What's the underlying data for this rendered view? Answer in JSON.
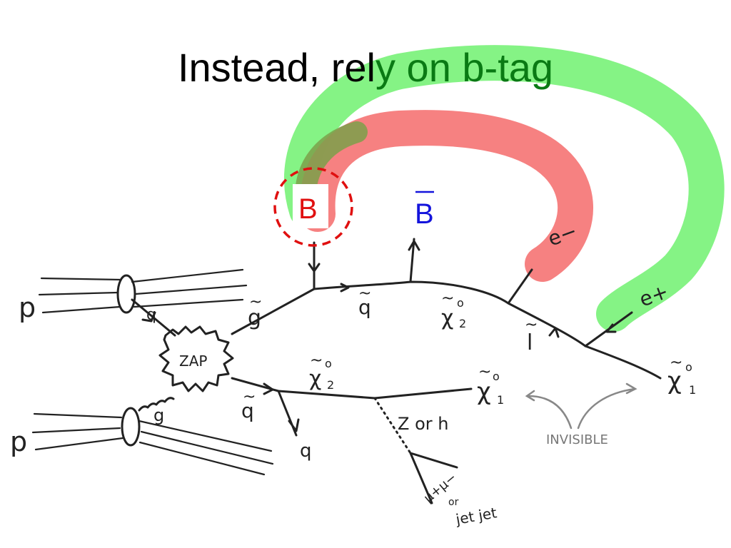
{
  "title": {
    "plain": "Instead, rel",
    "highlight": "y on b-tag"
  },
  "callouts": {
    "b": "B",
    "bbar": "B"
  },
  "labels": {
    "p_top": "p",
    "p_bottom": "p",
    "q_in": "q",
    "g_in": "g",
    "zap": "ZAP",
    "gluino": "g",
    "squark_top": "q",
    "neutralino2_top": "χ",
    "neutralino2_top_sub": "2",
    "neutralino_sup": "o",
    "slepton": "l",
    "neutralino1_right": "χ",
    "neutralino1_sub": "1",
    "squark_bottom": "q",
    "q_out": "q",
    "neutralino2_bottom": "χ",
    "neutralino2_bottom_sub": "2",
    "neutralino1_bottom": "χ",
    "zorh": "Z or h",
    "mumu": "μ+μ−",
    "or": "or",
    "jetjet": "jet jet",
    "e_minus": "e−",
    "e_plus": "e+",
    "invisible": "INVISIBLE"
  },
  "colors": {
    "green_band": "#7ef27e",
    "red_band": "#f57a7a",
    "red_circle": "#e01010",
    "b_red": "#e01010",
    "bbar_blue": "#1414dc",
    "title_green": "#0a7a14"
  }
}
